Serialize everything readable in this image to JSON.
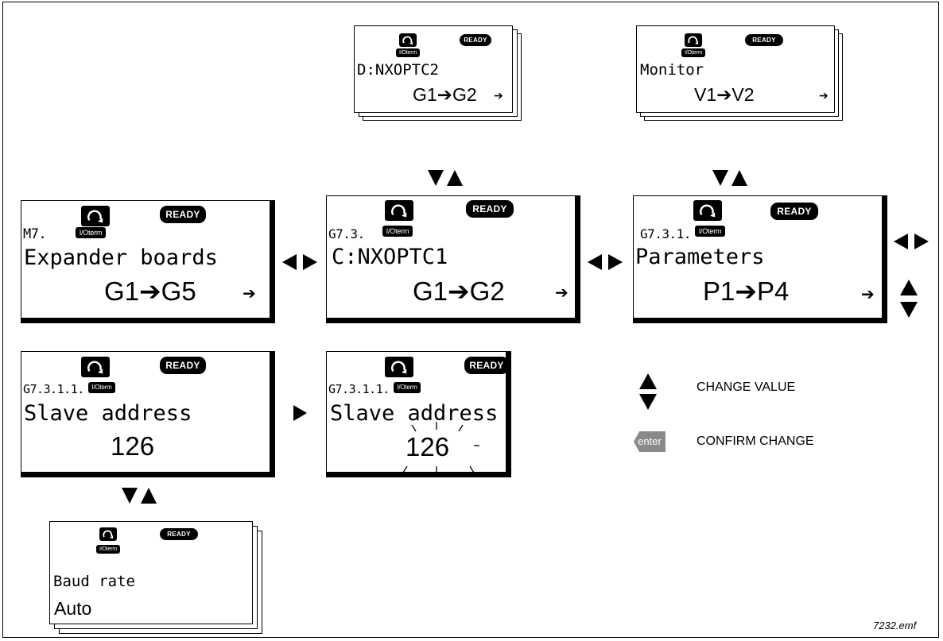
{
  "status": {
    "ready_label": "READY",
    "io_label": "I/Oterm",
    "rotation_icon": "rotation-arrow-icon"
  },
  "panels": {
    "expander": {
      "code": "M7.",
      "title": "Expander boards",
      "range": "G1➔G5",
      "more": "➔"
    },
    "nxoptc1": {
      "code": "G7.3.",
      "title": "C:NXOPTC1",
      "range": "G1➔G2",
      "more": "➔"
    },
    "nxoptc2": {
      "title": "D:NXOPTC2",
      "range": "G1➔G2",
      "more": "➔"
    },
    "parameters": {
      "code": "G7.3.1.",
      "title": "Parameters",
      "range": "P1➔P4",
      "more": "➔"
    },
    "monitor": {
      "title": "Monitor",
      "range": "V1➔V2",
      "more": "➔"
    },
    "slave_a": {
      "code": "G7.3.1.1.",
      "title": "Slave address",
      "value": "126"
    },
    "slave_b": {
      "code": "G7.3.1.1.",
      "title": "Slave address",
      "value": "126"
    },
    "baud": {
      "title": "Baud rate",
      "value": "Auto"
    }
  },
  "legend": {
    "change_value": "CHANGE VALUE",
    "enter_key": "enter",
    "confirm_change": "CONFIRM CHANGE"
  },
  "filename": "7232.emf"
}
